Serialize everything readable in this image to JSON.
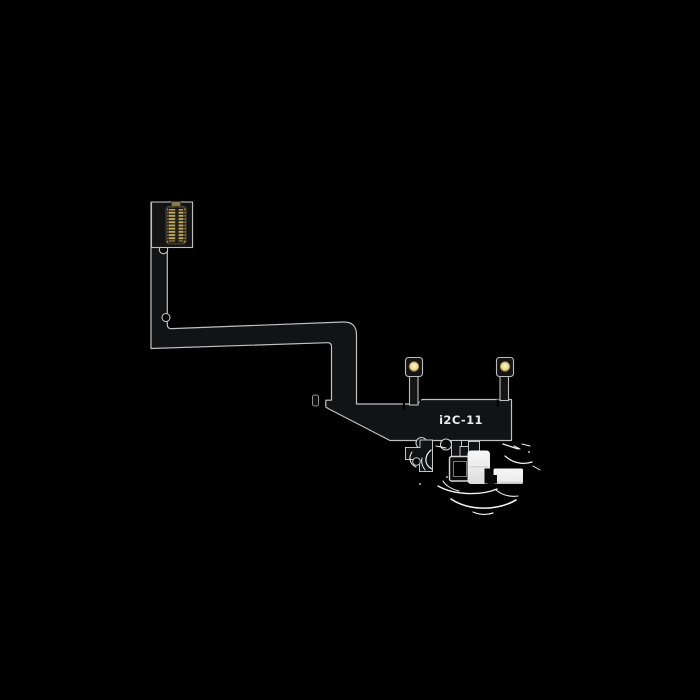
{
  "photo": {
    "alt": "Top-down product photo of a dark replacement earpiece-sensor flex cable on a black background, with white speaker components and background-removal scratch artifacts at lower right",
    "background_color": "#000000"
  },
  "flex": {
    "label": "i2C-11",
    "label_color": "#ededed",
    "body_color": "#121314",
    "edge_color": "#c0c0c0",
    "connector_gold": "#bfa85e",
    "pad_gold": "#f6efc9",
    "speaker_white": "#ededed",
    "module_white": "#f3f3f3",
    "parts": {
      "board_connector": "board-to-board connector",
      "ribbon": "ribbon cable",
      "posts": "gold contact posts",
      "mounting_holes": "round mounting tabs",
      "sensor_bracket": "sensor bracket",
      "speaker": "earpiece speaker",
      "module": "white module",
      "artifacts": "white scratch artifacts"
    }
  }
}
